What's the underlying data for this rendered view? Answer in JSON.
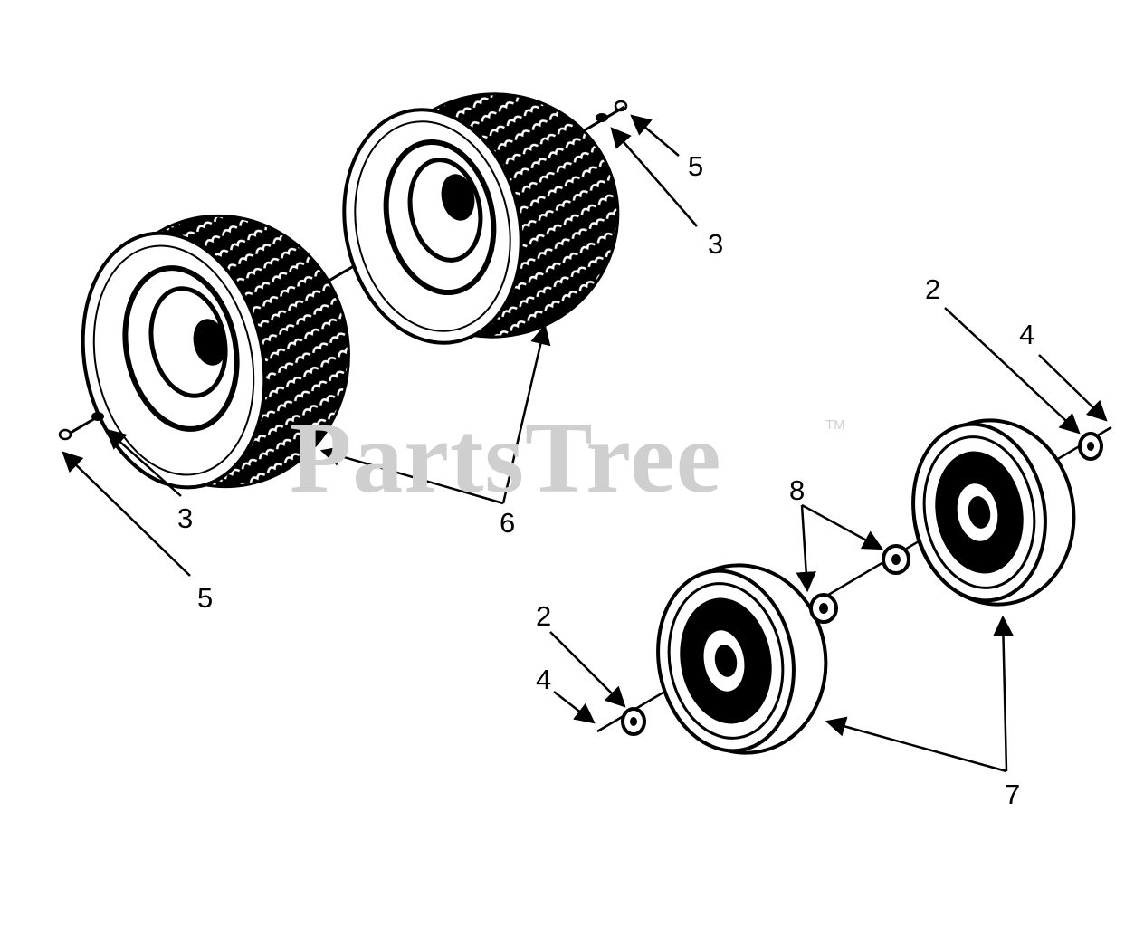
{
  "watermark": {
    "brand": "PartsTree",
    "trademark": "TM"
  },
  "callouts": {
    "c5a": "5",
    "c3a": "3",
    "c2a": "2",
    "c4a": "4",
    "c3b": "3",
    "c6": "6",
    "c8": "8",
    "c5b": "5",
    "c2b": "2",
    "c4b": "4",
    "c7": "7"
  },
  "colors": {
    "ink": "#000000",
    "paper": "#ffffff",
    "watermark": "#cfcfcf"
  }
}
